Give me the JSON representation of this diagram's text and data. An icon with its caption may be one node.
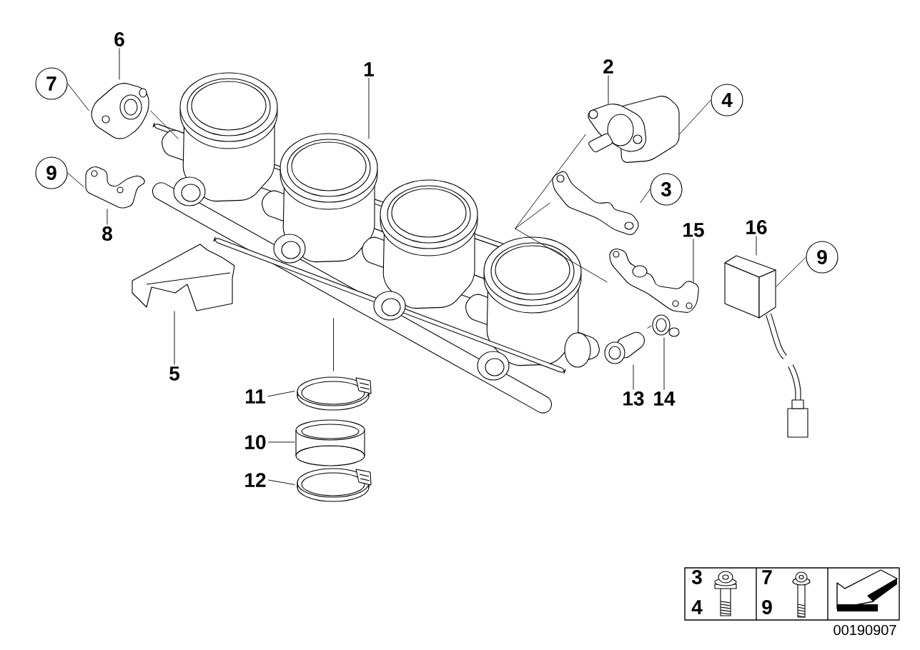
{
  "diagram": {
    "nodes": [
      {
        "text": [
          "1"
        ]
      },
      {
        "text": [],
        "shape": "picture"
      },
      {
        "text": [
          "2"
        ]
      },
      {
        "text": [],
        "shape": "picture"
      },
      {
        "text": [
          "4"
        ]
      },
      {
        "text": [
          "3"
        ]
      },
      {
        "text": [],
        "shape": "picture"
      },
      {
        "text": [
          "6"
        ]
      },
      {
        "text": [
          "7"
        ]
      },
      {
        "text": [],
        "shape": "picture"
      },
      {
        "text": [
          "9"
        ]
      },
      {
        "text": [],
        "shape": "picture"
      },
      {
        "text": [
          "8"
        ]
      },
      {
        "text": [],
        "shape": "picture"
      },
      {
        "text": [
          "5"
        ]
      },
      {
        "text": [
          "15"
        ]
      },
      {
        "text": [],
        "shape": "picture"
      },
      {
        "text": [
          "16"
        ]
      },
      {
        "text": [
          "9"
        ]
      },
      {
        "text": [],
        "shape": "picture"
      },
      {
        "text": [],
        "shape": "picture"
      },
      {
        "text": [],
        "shape": "picture"
      },
      {
        "text": [
          "13"
        ]
      },
      {
        "text": [
          "14"
        ]
      },
      {
        "text": [],
        "shape": "picture"
      },
      {
        "text": [
          "11"
        ]
      },
      {
        "text": [],
        "shape": "picture"
      },
      {
        "text": [
          "10"
        ]
      },
      {
        "text": [],
        "shape": "picture"
      },
      {
        "text": [
          "12"
        ]
      }
    ],
    "edges": [
      {
        "from": 0,
        "to": 1,
        "arrow": "none"
      },
      {
        "from": 2,
        "to": 3,
        "arrow": "none"
      },
      {
        "from": 4,
        "to": 3,
        "arrow": "none"
      },
      {
        "from": 3,
        "to": 1,
        "arrow": "none"
      },
      {
        "from": 5,
        "to": 6,
        "arrow": "none"
      },
      {
        "from": 6,
        "to": 1,
        "arrow": "none"
      },
      {
        "from": 7,
        "to": 9,
        "arrow": "none"
      },
      {
        "from": 8,
        "to": 9,
        "arrow": "none"
      },
      {
        "from": 9,
        "to": 1,
        "arrow": "none"
      },
      {
        "from": 10,
        "to": 11,
        "arrow": "none"
      },
      {
        "from": 12,
        "to": 11,
        "arrow": "none"
      },
      {
        "from": 14,
        "to": 13,
        "arrow": "none"
      },
      {
        "from": 15,
        "to": 16,
        "arrow": "none"
      },
      {
        "from": 16,
        "to": 1,
        "arrow": "none"
      },
      {
        "from": 17,
        "to": 19,
        "arrow": "none"
      },
      {
        "from": 18,
        "to": 19,
        "arrow": "none"
      },
      {
        "from": 22,
        "to": 20,
        "arrow": "none"
      },
      {
        "from": 23,
        "to": 21,
        "arrow": "none"
      },
      {
        "from": 20,
        "to": 21,
        "arrow": "none"
      },
      {
        "from": 25,
        "to": 24,
        "arrow": "none"
      },
      {
        "from": 27,
        "to": 26,
        "arrow": "none"
      },
      {
        "from": 29,
        "to": 28,
        "arrow": "none"
      },
      {
        "from": 1,
        "to": 24,
        "arrow": "none"
      }
    ],
    "labels": [
      "3",
      "4",
      "7",
      "9",
      "00190907"
    ]
  }
}
